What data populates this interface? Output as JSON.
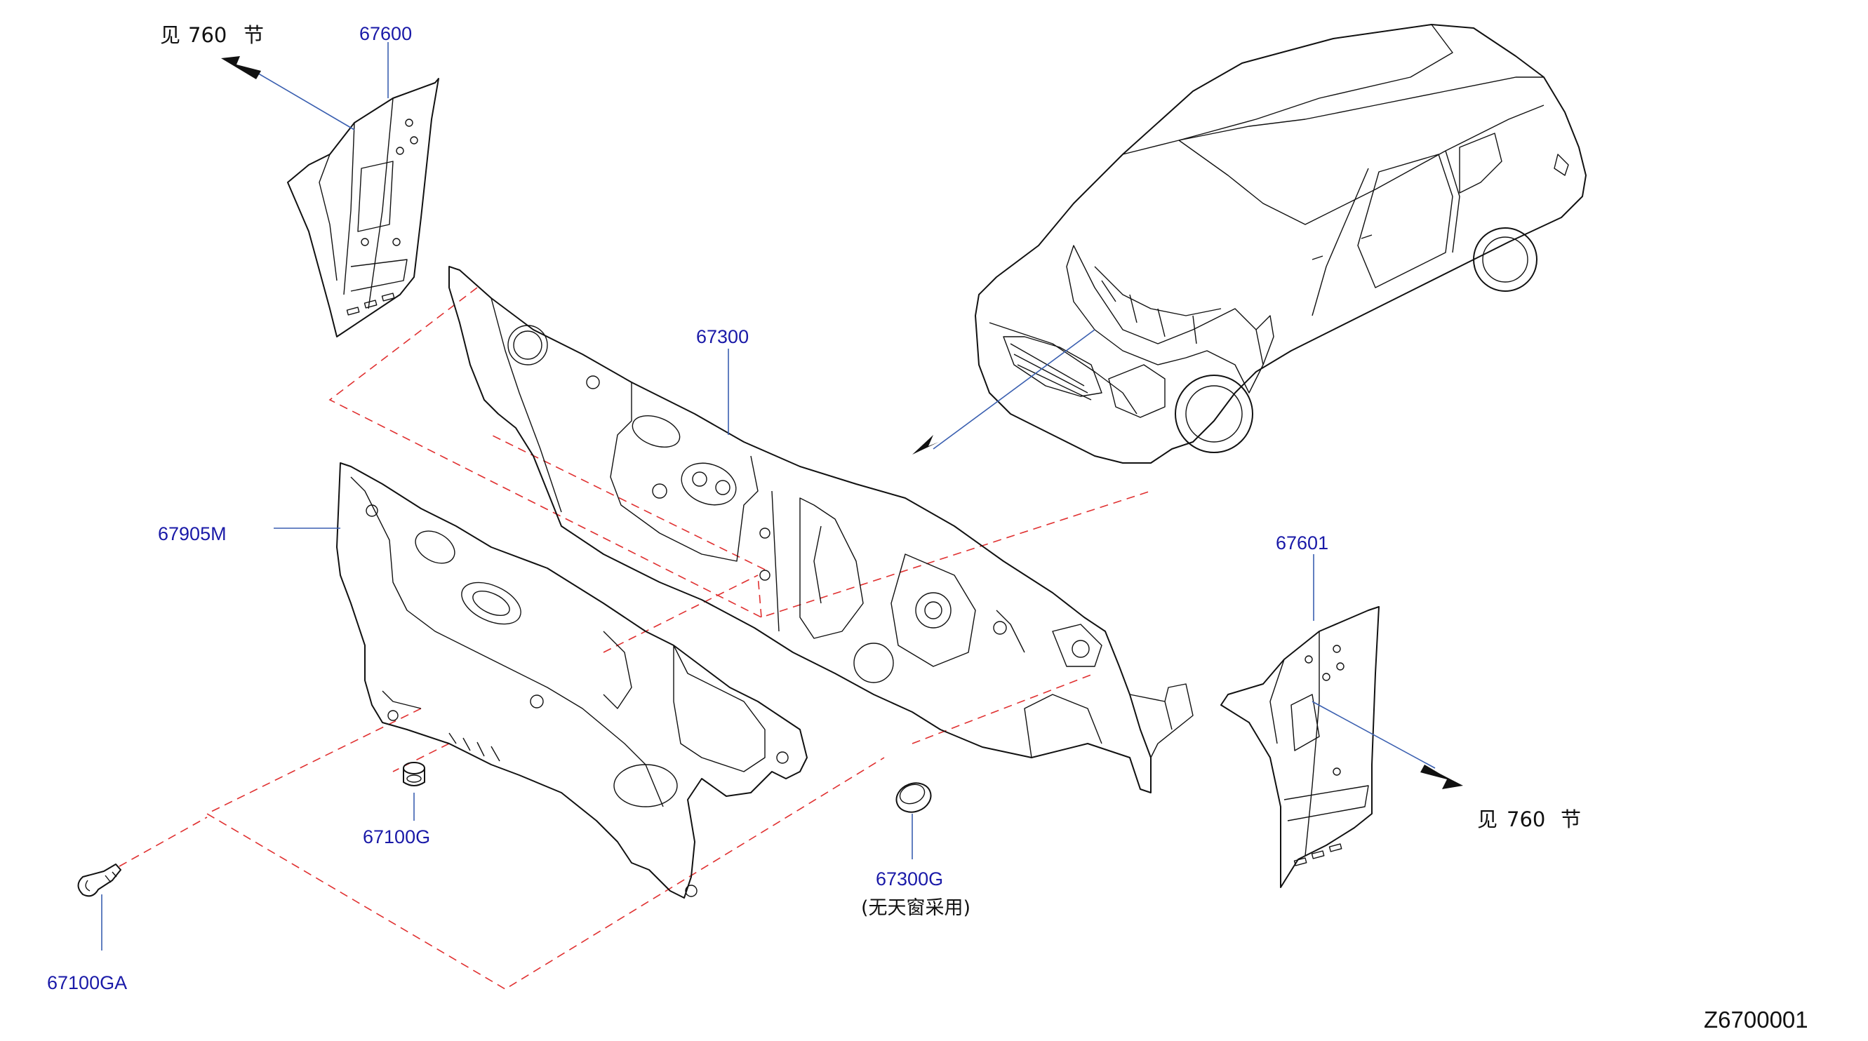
{
  "labels": {
    "p67600": "67600",
    "p67300": "67300",
    "p67905M": "67905M",
    "p67601": "67601",
    "p67100G": "67100G",
    "p67300G": "67300G",
    "p67300G_note": "(无天窗采用)",
    "p67100GA": "67100GA"
  },
  "refs": {
    "left": {
      "prefix": "见",
      "number": "760",
      "suffix": "节"
    },
    "right": {
      "prefix": "见",
      "number": "760",
      "suffix": "节"
    }
  },
  "diagram_id": "Z6700001",
  "colors": {
    "part_number": "#1a1aa8",
    "assembly_line": "#e03030",
    "leader": "#3a5fb0"
  }
}
